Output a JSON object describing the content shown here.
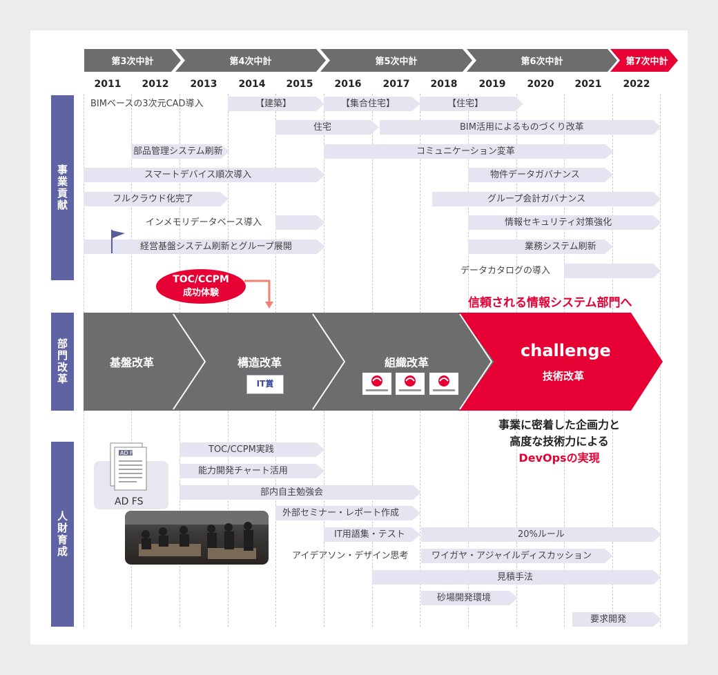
{
  "phases": [
    "第3次中計",
    "第4次中計",
    "第5次中計",
    "第6次中計",
    "第7次中計"
  ],
  "years": [
    "2011",
    "2012",
    "2013",
    "2014",
    "2015",
    "2016",
    "2017",
    "2018",
    "2019",
    "2020",
    "2021",
    "2022"
  ],
  "sections": {
    "business": "事業貢献",
    "department": "部門改革",
    "hr": "人財育成"
  },
  "business_bars": [
    "BIMベースの3次元CAD導入",
    "【建築】",
    "【集合住宅】",
    "【住宅】",
    "住宅",
    "BIM活用によるものづくり改革",
    "部品管理システム刷新",
    "コミュニケーション変革",
    "スマートデバイス順次導入",
    "物件データガバナンス",
    "フルクラウド化完了",
    "グループ会計ガバナンス",
    "インメモリデータベース導入",
    "情報セキュリティ対策強化",
    "経営基盤システム刷新とグループ展開",
    "業務システム刷新",
    "データカタログの導入"
  ],
  "toc_badge": {
    "line1": "TOC/CCPM",
    "line2": "成功体験"
  },
  "trusted": "信頼される情報システム部門へ",
  "dept": {
    "c1": "基盤改革",
    "c2": "構造改革",
    "c3": "組織改革",
    "c4_title": "challenge",
    "c4_sub": "技術改革",
    "it_award": "IT賞"
  },
  "devops": {
    "line1": "事業に密着した企画力と",
    "line2": "高度な技術力による",
    "line3": "DevOpsの実現"
  },
  "adfs": {
    "doc": "AD FS",
    "label": "AD FS"
  },
  "hr_bars": [
    "TOC/CCPM実践",
    "能力開発チャート活用",
    "部内自主勉強会",
    "外部セミナー・レポート作成",
    "IT用語集・テスト",
    "20%ルール",
    "アイデアソン・デザイン思考",
    "ワイガヤ・アジャイルディスカッション",
    "見積手法",
    "砂場開発環境",
    "要求開発"
  ],
  "colors": {
    "phase": "#6d6d6d",
    "accent": "#e60033",
    "side": "#6063a3",
    "bar": "#e5e5f2"
  }
}
